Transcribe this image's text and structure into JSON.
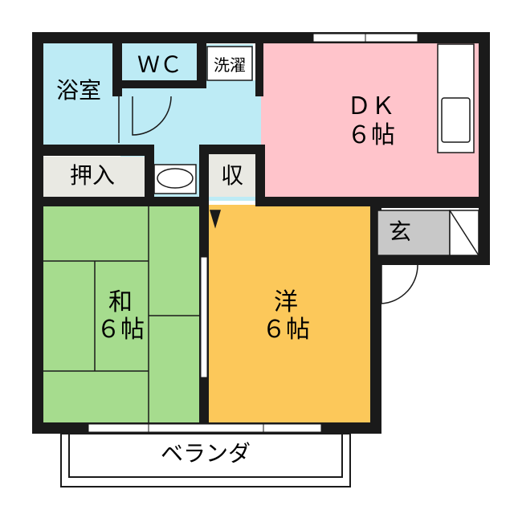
{
  "rooms": {
    "bath": "浴室",
    "wc": "ＷＣ",
    "laundry": "洗濯",
    "dk_name": "ＤＫ",
    "dk_size": "６帖",
    "closet": "押入",
    "storage": "収",
    "entrance": "玄",
    "washitsu_name": "和",
    "washitsu_size": "６帖",
    "yoshitsu_name": "洋",
    "yoshitsu_size": "６帖",
    "balcony": "ベランダ"
  },
  "colors": {
    "wall": "#1a1a1a",
    "bath": "#bdebf5",
    "wet": "#bdebf5",
    "dk": "#ffc4cb",
    "closet": "#e9e9e3",
    "entrance": "#c8c8c8",
    "washitsu": "#a6dc8e",
    "yoshitsu": "#fcc85a",
    "white": "#ffffff"
  }
}
